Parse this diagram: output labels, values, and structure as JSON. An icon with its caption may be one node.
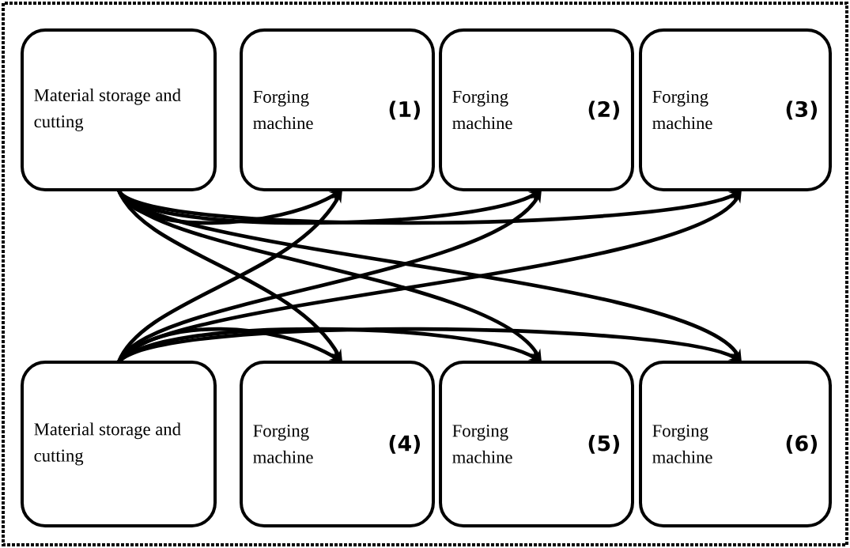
{
  "diagram": {
    "nodes": [
      {
        "text": [
          "Material storage and cutting"
        ]
      },
      {
        "text": [
          "Forging machine",
          "(1)"
        ]
      },
      {
        "text": [
          "Forging machine",
          "(2)"
        ]
      },
      {
        "text": [
          "Forging machine",
          "(3)"
        ]
      },
      {
        "text": [
          "Material storage and cutting"
        ]
      },
      {
        "text": [
          "Forging machine",
          "(4)"
        ]
      },
      {
        "text": [
          "Forging machine",
          "(5)"
        ]
      },
      {
        "text": [
          "Forging machine",
          "(6)"
        ]
      }
    ],
    "edges": [
      {
        "from": 0,
        "to": 1,
        "arrow": "to"
      },
      {
        "from": 0,
        "to": 2,
        "arrow": "to"
      },
      {
        "from": 0,
        "to": 3,
        "arrow": "to"
      },
      {
        "from": 0,
        "to": 5,
        "arrow": "to"
      },
      {
        "from": 0,
        "to": 6,
        "arrow": "to"
      },
      {
        "from": 0,
        "to": 7,
        "arrow": "to"
      },
      {
        "from": 4,
        "to": 1,
        "arrow": "to"
      },
      {
        "from": 4,
        "to": 2,
        "arrow": "to"
      },
      {
        "from": 4,
        "to": 3,
        "arrow": "to"
      },
      {
        "from": 4,
        "to": 5,
        "arrow": "to"
      },
      {
        "from": 4,
        "to": 6,
        "arrow": "to"
      },
      {
        "from": 4,
        "to": 7,
        "arrow": "to"
      }
    ]
  }
}
